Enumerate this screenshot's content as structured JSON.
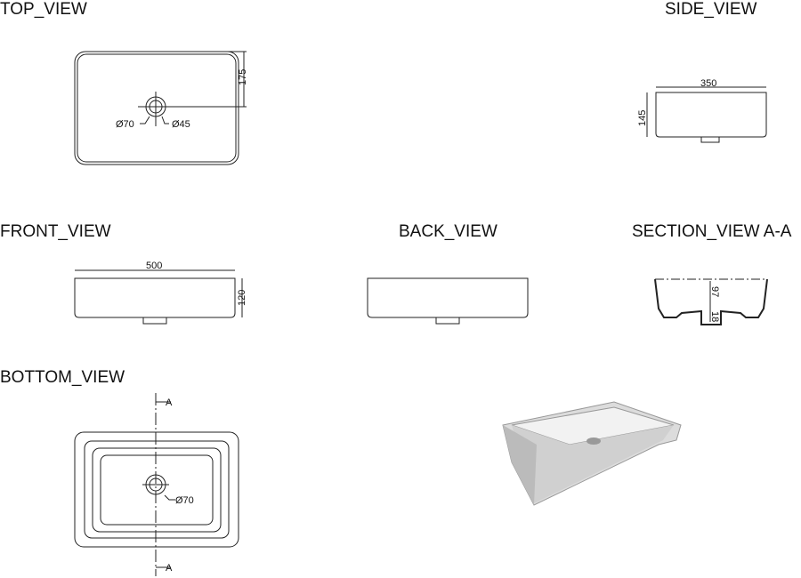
{
  "views": {
    "top": "TOP_VIEW",
    "side": "SIDE_VIEW",
    "front": "FRONT_VIEW",
    "back": "BACK_VIEW",
    "section": "SECTION_VIEW  A-A",
    "bottom": "BOTTOM_VIEW"
  },
  "dimensions": {
    "top_depth": "175",
    "outer_diameter": "Ø70",
    "inner_diameter": "Ø45",
    "side_width": "350",
    "side_height": "145",
    "front_width": "500",
    "front_height": "120",
    "section_depth": "97",
    "section_drain": "18",
    "bottom_diameter": "Ø70",
    "section_marker_top": "A",
    "section_marker_bottom": "A"
  }
}
